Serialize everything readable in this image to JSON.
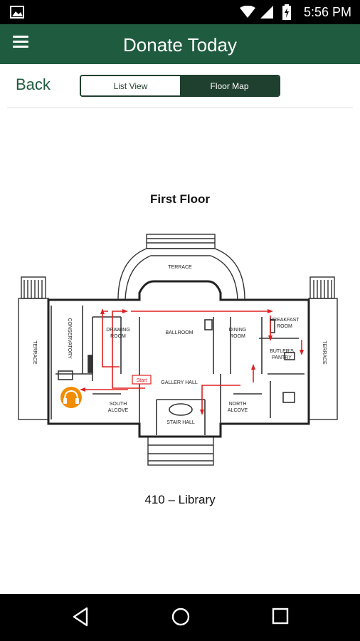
{
  "status_bar": {
    "time": "5:56 PM"
  },
  "app_bar": {
    "title": "Donate Today",
    "menu_icon": "hamburger-menu-icon"
  },
  "toolbar": {
    "back_label": "Back",
    "segments": [
      {
        "label": "List View",
        "selected": false
      },
      {
        "label": "Floor Map",
        "selected": true
      }
    ]
  },
  "floor_map": {
    "title": "First Floor",
    "rooms": {
      "terrace_top": "TERRACE",
      "terrace_left": "TERRACE",
      "terrace_right": "TERRACE",
      "conservatory": "CONSERVATORY",
      "drawing_room_1": "DRAWING",
      "drawing_room_2": "ROOM",
      "ballroom": "BALLROOM",
      "dining_room_1": "DINING",
      "dining_room_2": "ROOM",
      "breakfast_room_1": "BREAKFAST",
      "breakfast_room_2": "ROOM",
      "butlers_pantry_1": "BUTLER'S",
      "butlers_pantry_2": "PANTRY",
      "gallery_hall": "GALLERY HALL",
      "south_alcove_1": "SOUTH",
      "south_alcove_2": "ALCOVE",
      "north_alcove_1": "NORTH",
      "north_alcove_2": "ALCOVE",
      "stair_hall": "STAIR HALL",
      "start": "Start"
    },
    "caption": "410 – Library"
  },
  "colors": {
    "brand": "#1f5b3f",
    "route": "#e02020",
    "audio_marker": "#f28c00"
  }
}
